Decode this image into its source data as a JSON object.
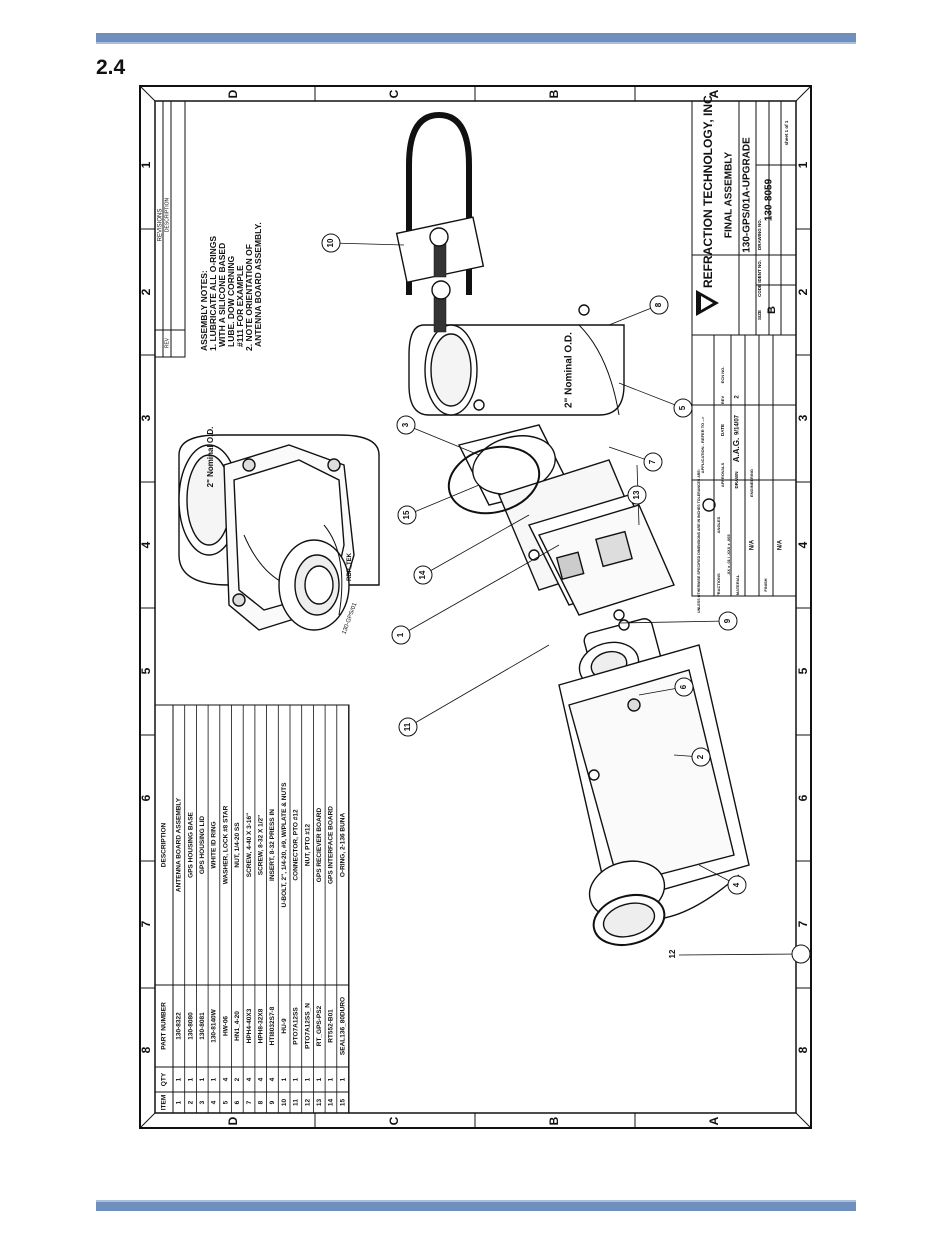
{
  "page": {
    "section_number": "2.4"
  },
  "drawing": {
    "zone_numbers": [
      "1",
      "2",
      "3",
      "4",
      "5",
      "6",
      "7",
      "8"
    ],
    "zone_letters": [
      "D",
      "C",
      "B",
      "A"
    ],
    "revisions": {
      "title": "REVISIONS",
      "col_rev": "REV",
      "col_description": "DESCRIPTION"
    },
    "assembly_notes": [
      "ASSEMBLY NOTES:",
      "1. LUBRICATE ALL O-RINGS",
      "   WITH A SILICONE BASED",
      "   LUBE. DOW CORNING",
      "   #111 FOR EXAMPLE",
      "2. NOTE ORIENTATION OF",
      "   ANTENNA BOARD ASSEMBLY."
    ],
    "pipe_label": "2\" Nominal O.D.",
    "iso_label": "2\" Nominal O.D.",
    "housing_text": "130-GPS/01",
    "logo_text": "RBP_TEK",
    "callouts": [
      "1",
      "2",
      "3",
      "4",
      "5",
      "6",
      "7",
      "8",
      "9",
      "10",
      "11",
      "12",
      "13",
      "14",
      "15"
    ],
    "bom": {
      "headers": [
        "ITEM",
        "QTY",
        "PART NUMBER",
        "DESCRIPTION"
      ],
      "rows": [
        [
          "1",
          "1",
          "130-8322",
          "ANTENNA BOARD ASSEMBLY"
        ],
        [
          "2",
          "1",
          "130-8080",
          "GPS HOUSING BASE"
        ],
        [
          "3",
          "1",
          "130-8081",
          "GPS HOUSING LID"
        ],
        [
          "4",
          "1",
          "130-8140W",
          "WHITE ID RING"
        ],
        [
          "5",
          "4",
          "HW-06",
          "WASHER, LOCK #8 STAR"
        ],
        [
          "6",
          "2",
          "HN1_4-20",
          "NUT, 1/4-20 SS"
        ],
        [
          "7",
          "4",
          "HPH4-40X3",
          "SCREW, 4-40 X 3-16\""
        ],
        [
          "8",
          "4",
          "HPH8-32X8",
          "SCREW, 8-32 X 1/2\""
        ],
        [
          "9",
          "4",
          "HTI8032S7-8",
          "INSERT, 8-32 PRESS IN"
        ],
        [
          "10",
          "1",
          "HU-9",
          "U-BOLT, 2\", 1/4-20, #9, W/PLATE & NUTS"
        ],
        [
          "11",
          "1",
          "PTO7A12SS",
          "CONNECTOR, PTO #12"
        ],
        [
          "12",
          "1",
          "PTO7A12SS_N",
          "NUT, PTO #12"
        ],
        [
          "13",
          "1",
          "RT_GPS-PS2",
          "GPS RECIEVER BOARD"
        ],
        [
          "14",
          "1",
          "RT552-B01",
          "GPS INTERFACE BOARD"
        ],
        [
          "15",
          "1",
          "SEAL136_80DURO",
          "O-RING, 2-136 BUNA"
        ]
      ]
    },
    "title_block": {
      "company": "REFRACTION TECHNOLOGY, INC.",
      "title": "FINAL ASSEMBLY",
      "subtitle": "130-GPS/01A-UPGRADE",
      "size_label": "SIZE",
      "size": "B",
      "code_ident_label": "CODE IDENT NO.",
      "drawing_no_label": "DRAWING NO.",
      "drawing_no": "130-8059",
      "sheet": "sheet 1 of 1",
      "drawn_label": "DRAWN",
      "drawn_by": "A.A.G.",
      "date_label": "DATE",
      "date": "9/14/07",
      "scale": "N/A",
      "finish": "N/A",
      "approvals_label": "APPROVALS",
      "application_label": "APPLICATION - REFER TO -->",
      "tolerance_note": "UNLESS OTHERWISE SPECIFIED DIMENSIONS ARE IN INCHES TOLERANCES ARE:",
      "angles_label": "ANGLES",
      "fractions_label": "FRACTIONS",
      "tolerances": ".XX ± .01 / .XXX ± .005",
      "material_label": "MATERIAL",
      "finish_label": "FINISH",
      "engineering_label": "ENGINEERING",
      "rev_label": "REV",
      "echo_label": "ECN NO.",
      "rev_value": "2"
    }
  }
}
